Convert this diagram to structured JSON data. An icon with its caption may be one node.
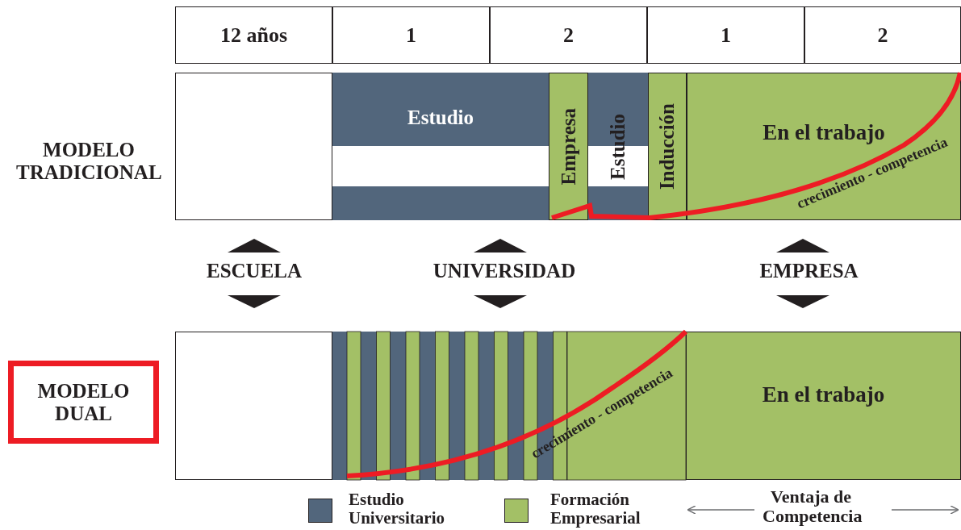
{
  "diagram": {
    "nodes": [
      {
        "text": [
          "12 años"
        ]
      },
      {
        "text": [
          "1"
        ]
      },
      {
        "text": [
          "2"
        ]
      },
      {
        "text": [
          "1"
        ]
      },
      {
        "text": [
          "2"
        ]
      },
      {
        "text": [],
        "shape": "box"
      },
      {
        "text": [
          "Estudio"
        ]
      },
      {
        "text": [
          "Empresa"
        ]
      },
      {
        "text": [
          "Estudio"
        ]
      },
      {
        "text": [
          "Inducción"
        ]
      },
      {
        "text": [
          "En el trabajo"
        ]
      },
      {
        "text": [
          "MODELO DUAL"
        ]
      },
      {
        "text": [],
        "shape": "box"
      },
      {
        "text": [
          "En el trabajo"
        ]
      }
    ],
    "labels": [
      "MODELO TRADICIONAL",
      "crecimiento - competencia",
      "ESCUELA",
      "UNIVERSIDAD",
      "EMPRESA",
      "crecimiento - competencia",
      "Ventaja de Competencia"
    ],
    "legend": [
      {
        "text": "Estudio Universitario",
        "color": "#52667c"
      },
      {
        "text": "Formación Empresarial",
        "color": "#a3c066"
      }
    ]
  }
}
